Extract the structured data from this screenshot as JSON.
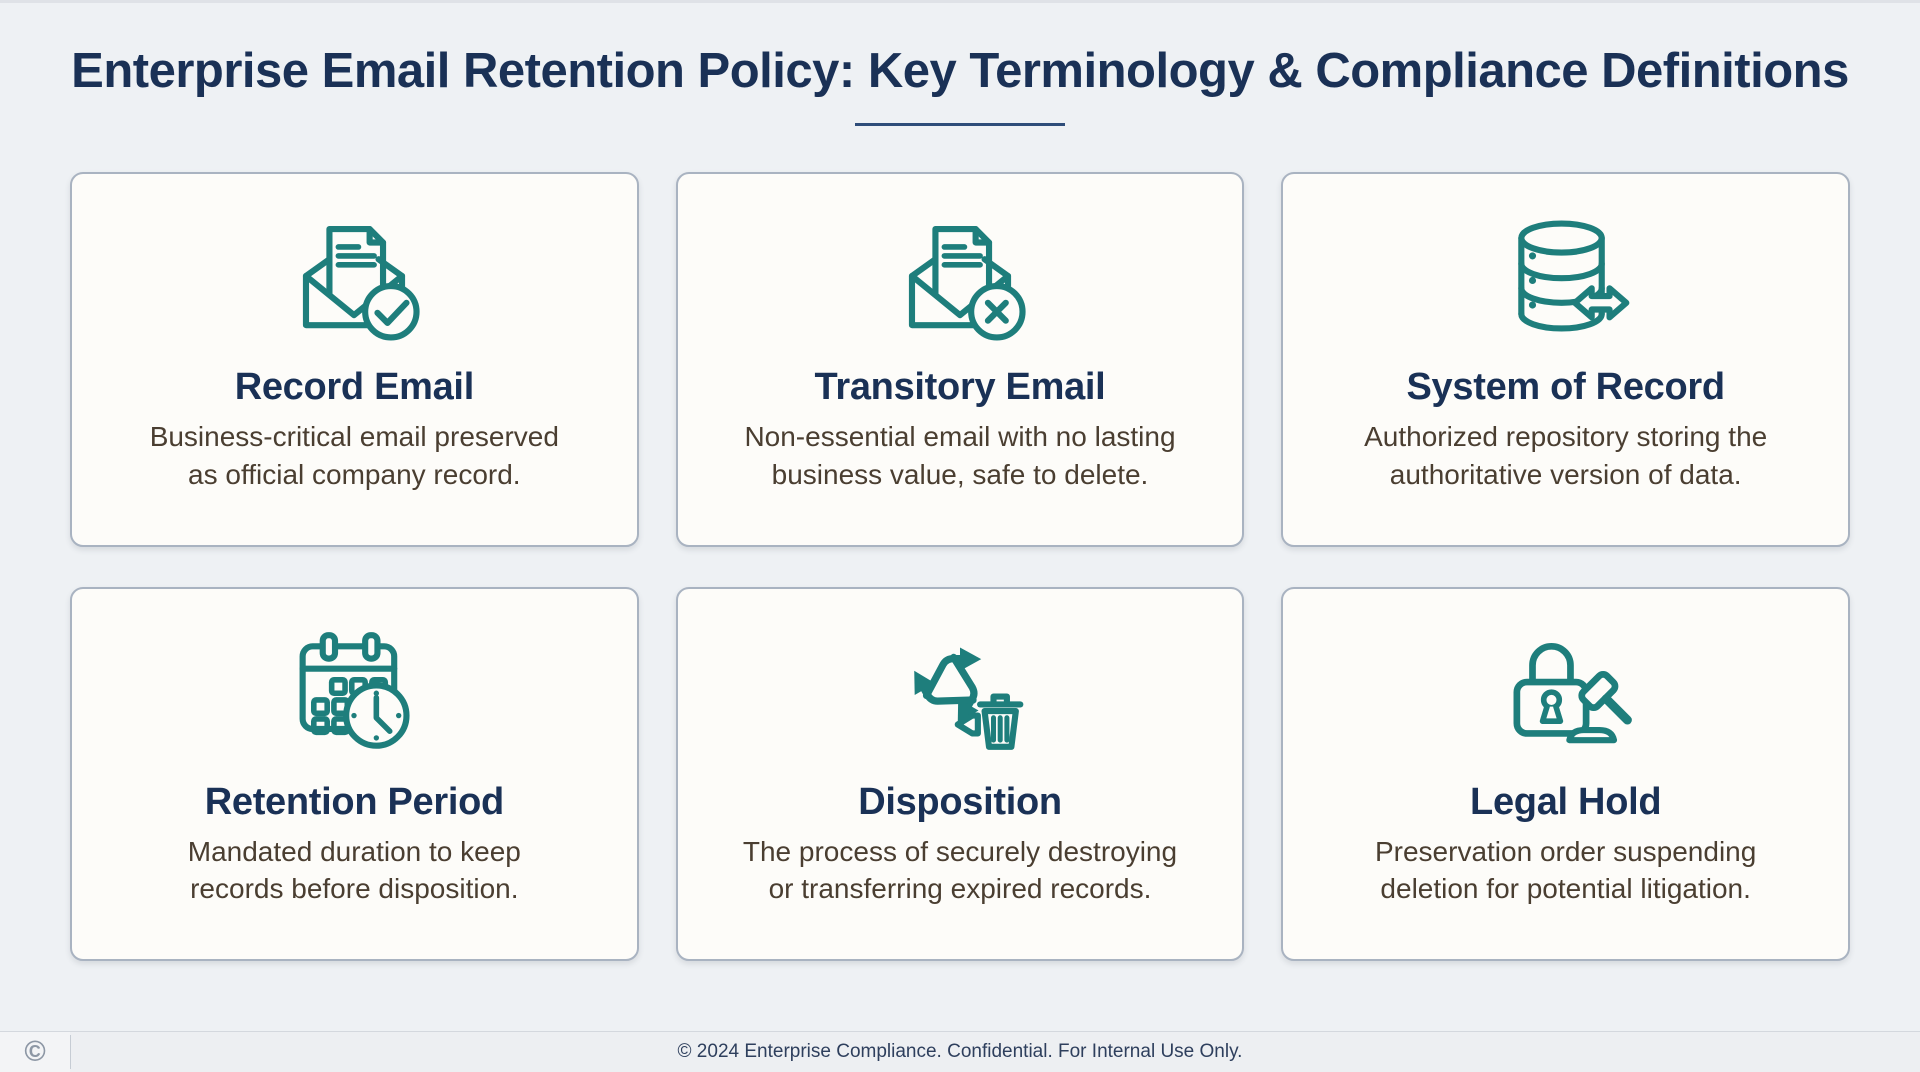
{
  "header": {
    "title": "Enterprise Email Retention Policy: Key Terminology & Compliance Definitions"
  },
  "cards": [
    {
      "icon": "record-email-icon",
      "title": "Record Email",
      "lines": [
        "Business-critical email preserved",
        "as official company record."
      ]
    },
    {
      "icon": "transitory-email-icon",
      "title": "Transitory Email",
      "lines": [
        "Non-essential email with no lasting",
        "business value, safe to delete."
      ]
    },
    {
      "icon": "system-of-record-icon",
      "title": "System of Record",
      "lines": [
        "Authorized repository storing the",
        "authoritative version of data."
      ]
    },
    {
      "icon": "retention-period-icon",
      "title": "Retention Period",
      "lines": [
        "Mandated duration to keep",
        "records before disposition."
      ]
    },
    {
      "icon": "disposition-icon",
      "title": "Disposition",
      "lines": [
        "The process of securely destroying",
        "or transferring expired records."
      ]
    },
    {
      "icon": "legal-hold-icon",
      "title": "Legal Hold",
      "lines": [
        "Preservation order suspending",
        "deletion for potential litigation."
      ]
    }
  ],
  "footer": {
    "text": "© 2024 Enterprise Compliance. Confidential. For Internal Use Only.",
    "logo_glyph": "©"
  },
  "colors": {
    "accent_teal": "#1e7e7c",
    "heading_navy": "#1a3156",
    "body_text": "#4a3e31",
    "page_bg": "#eef1f4",
    "card_bg": "#fdfcf9",
    "card_border": "#a9b3c1"
  }
}
